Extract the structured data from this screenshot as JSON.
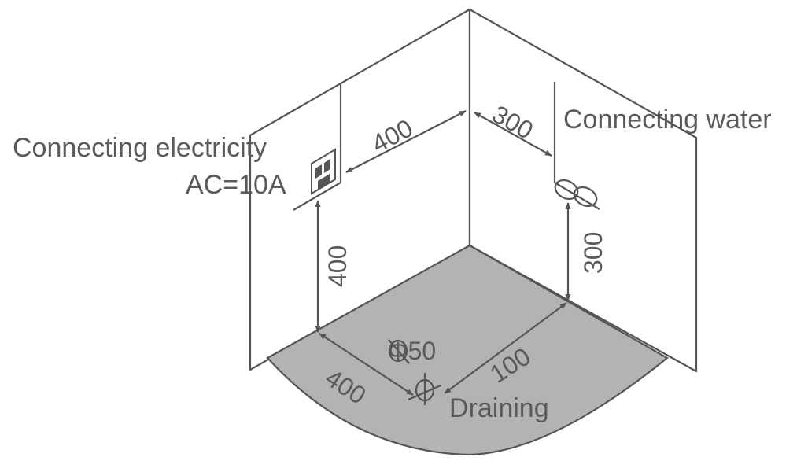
{
  "labels": {
    "electricity": "Connecting electricity",
    "current": "AC=10A",
    "water": "Connecting water",
    "draining": "Draining"
  },
  "dimensions": {
    "elec_horizontal": "400",
    "elec_height": "400",
    "water_horizontal": "300",
    "water_height": "300",
    "drain_left": "400",
    "drain_right": "100",
    "drain_pipe": "Φ50"
  }
}
